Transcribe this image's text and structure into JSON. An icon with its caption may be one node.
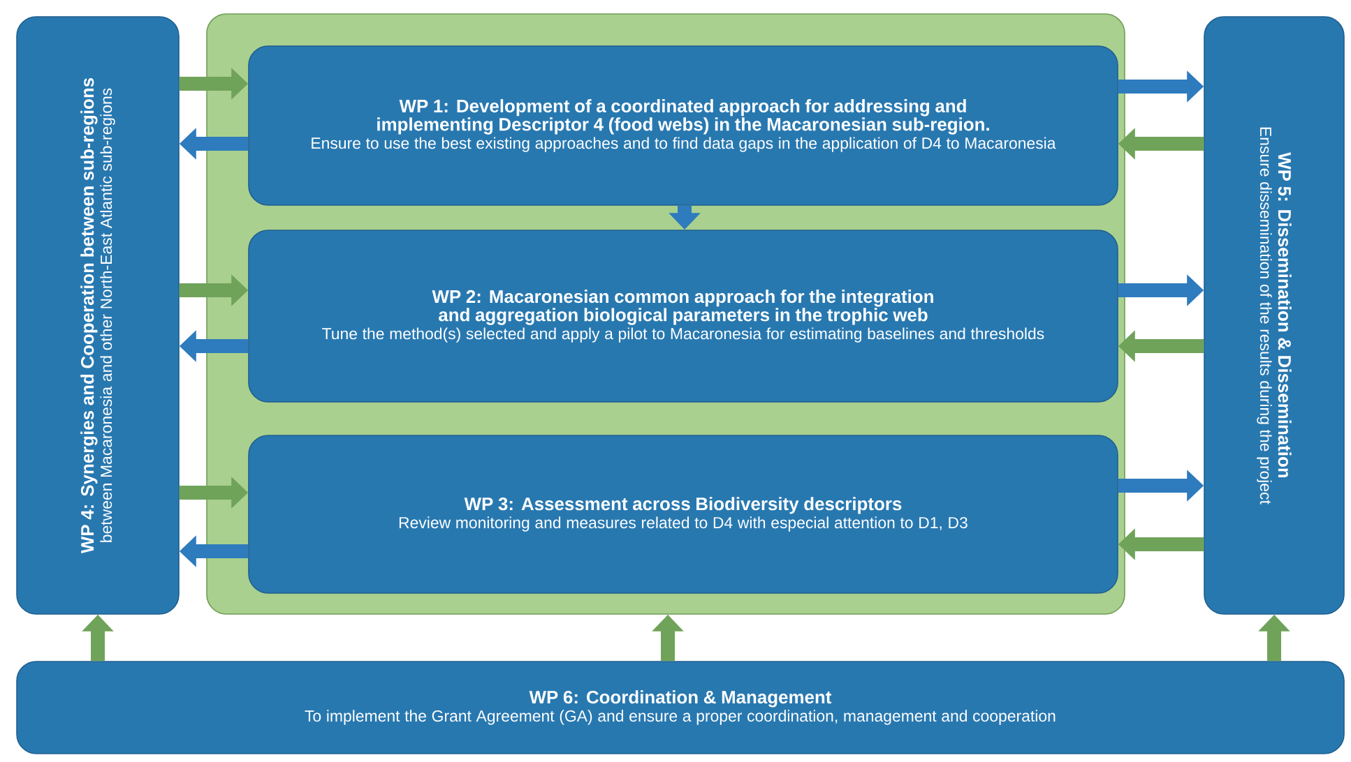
{
  "diagram": {
    "nodes": [
      {
        "text": [],
        "shape": "box"
      },
      {
        "text": [
          "WP 1: Development of a coordinated approach for addressing and implementing Descriptor 4 (food webs) in the Macaronesian sub-region.",
          "Ensure to use the best existing approaches and to find data gaps in the application of D4 to Macaronesia"
        ],
        "in": 0
      },
      {
        "text": [
          "WP 2: Macaronesian common approach for the integration and aggregation biological parameters in the trophic web",
          "Tune the method(s) selected and apply a pilot to Macaronesia for estimating baselines and thresholds"
        ],
        "in": 0
      },
      {
        "text": [
          "WP 3: Assessment across Biodiversity descriptors",
          "Review monitoring and measures related to D4 with especial attention to D1, D3"
        ],
        "in": 0
      },
      {
        "text": [
          "WP 4: Synergies and Cooperation between sub-regions",
          "between Macaronesia and other North-East Atlantic sub-regions"
        ]
      },
      {
        "text": [
          "WP 5: Dissemination & Dissemination",
          "Ensure dissemination of the results during the project"
        ]
      },
      {
        "text": [
          "WP 6: Coordination & Management",
          "To implement the Grant Agreement (GA) and ensure a proper coordination, management and cooperation"
        ]
      }
    ],
    "edges": [
      {
        "from": 4,
        "to": 1,
        "arrow": "to"
      },
      {
        "from": 1,
        "to": 4,
        "arrow": "to",
        "color": "#2e7bbd"
      },
      {
        "from": 4,
        "to": 2,
        "arrow": "to"
      },
      {
        "from": 2,
        "to": 4,
        "arrow": "to",
        "color": "#2e7bbd"
      },
      {
        "from": 4,
        "to": 3,
        "arrow": "to"
      },
      {
        "from": 3,
        "to": 4,
        "arrow": "to",
        "color": "#2e7bbd"
      },
      {
        "from": 1,
        "to": 5,
        "arrow": "to",
        "color": "#2e7bbd"
      },
      {
        "from": 5,
        "to": 1,
        "arrow": "to"
      },
      {
        "from": 2,
        "to": 5,
        "arrow": "to",
        "color": "#2e7bbd"
      },
      {
        "from": 5,
        "to": 2,
        "arrow": "to"
      },
      {
        "from": 3,
        "to": 5,
        "arrow": "to",
        "color": "#2e7bbd"
      },
      {
        "from": 5,
        "to": 3,
        "arrow": "to"
      },
      {
        "from": 1,
        "to": 2,
        "arrow": "to",
        "color": "#2e7bbd"
      },
      {
        "from": 6,
        "to": 4,
        "arrow": "to"
      },
      {
        "from": 6,
        "to": 0,
        "arrow": "to"
      },
      {
        "from": 6,
        "to": 5,
        "arrow": "to"
      }
    ]
  }
}
